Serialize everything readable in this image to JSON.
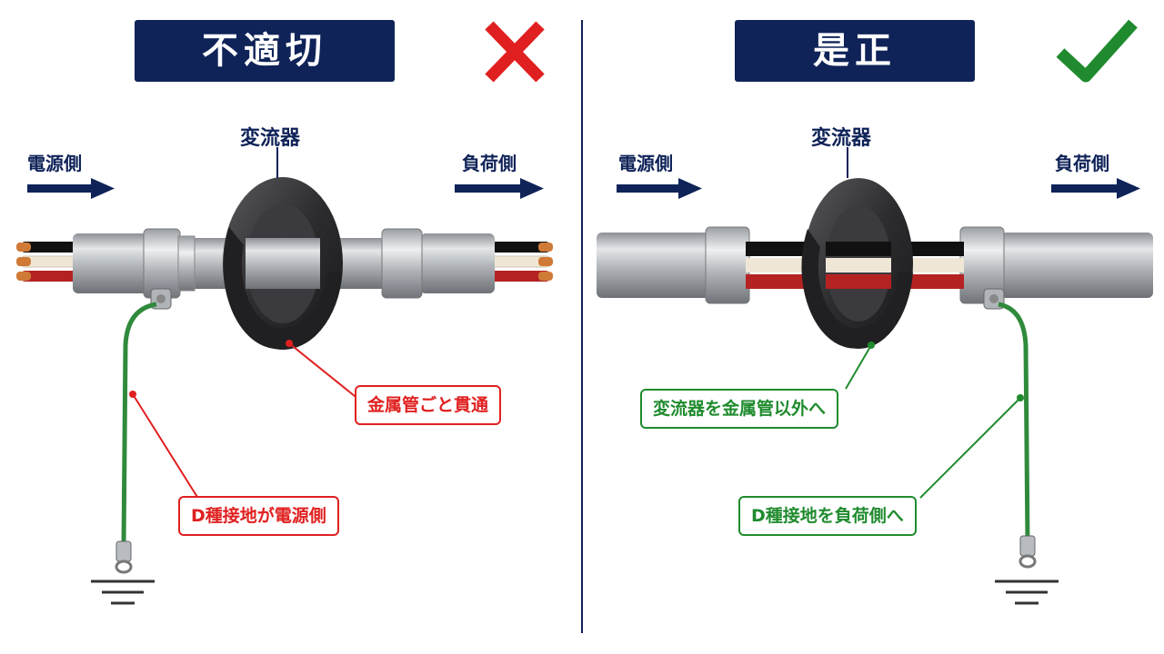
{
  "left": {
    "title": "不適切",
    "verdict_icon": "cross-icon",
    "ct_label": "変流器",
    "source_label": "電源側",
    "load_label": "負荷側",
    "callout_conduit": "金属管ごと貫通",
    "callout_ground": "D種接地が電源側"
  },
  "right": {
    "title": "是正",
    "verdict_icon": "check-icon",
    "ct_label": "変流器",
    "source_label": "電源側",
    "load_label": "負荷側",
    "callout_ct": "変流器を金属管以外へ",
    "callout_ground": "D種接地を負荷側へ"
  },
  "colors": {
    "navy": "#0f2358",
    "bad": "#e02020",
    "good": "#1f8b2e",
    "ground_wire": "#2f8a3c",
    "conduit": "#a9adb2",
    "ct_core": "#2e2e30"
  }
}
